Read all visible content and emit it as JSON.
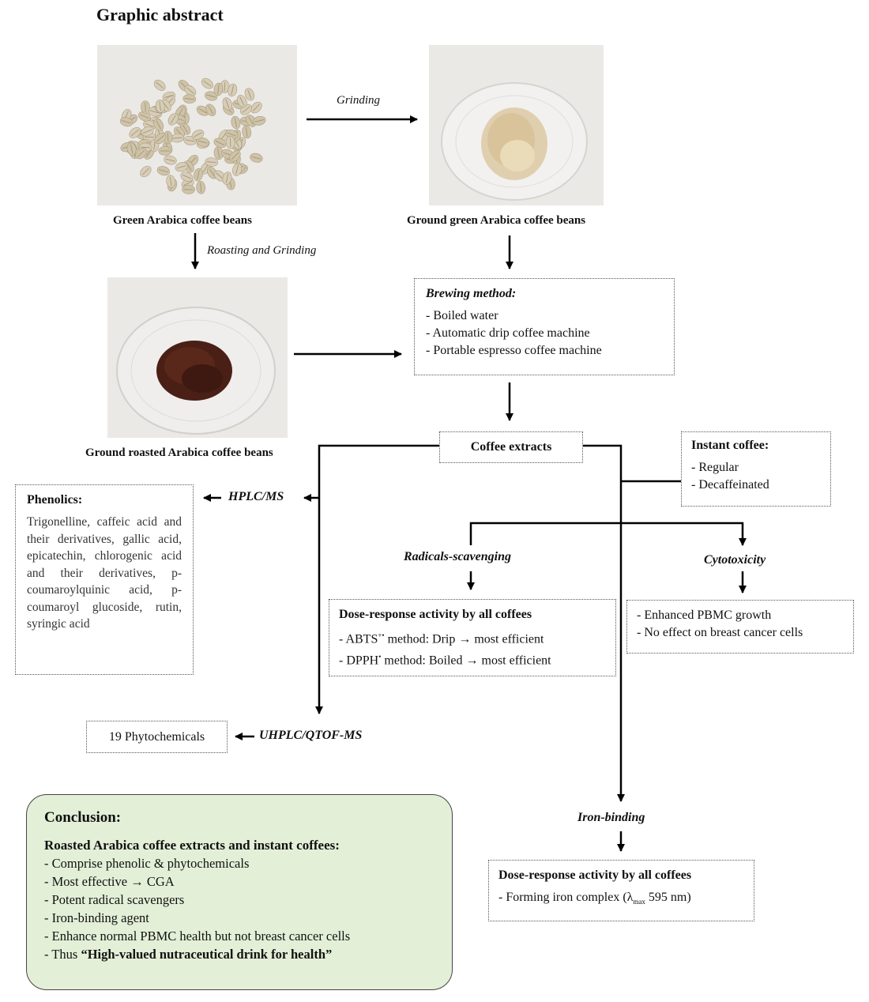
{
  "title": "Graphic abstract",
  "captions": {
    "green_beans": "Green Arabica coffee beans",
    "ground_green": "Ground green Arabica coffee beans",
    "ground_roasted": "Ground roasted Arabica coffee beans"
  },
  "process_labels": {
    "grinding": "Grinding",
    "roasting_grinding": "Roasting and Grinding"
  },
  "brewing": {
    "heading": "Brewing method:",
    "items": [
      "- Boiled water",
      "- Automatic drip coffee machine",
      "- Portable espresso coffee machine"
    ]
  },
  "coffee_extracts": "Coffee extracts",
  "instant": {
    "heading": "Instant coffee:",
    "items": [
      "- Regular",
      "- Decaffeinated"
    ]
  },
  "hplc": "HPLC/MS",
  "uhplc": "UHPLC/QTOF-MS",
  "phenolics": {
    "heading": "Phenolics:",
    "text": "Trigonelline, caffeic acid and their derivatives, gallic acid, epicatechin, chlorogenic acid and their derivatives, p-coumaroylquinic acid, p-coumaroyl glucoside, rutin, syringic acid"
  },
  "phytochemicals": "19 Phytochemicals",
  "radicals": "Radicals-scavenging",
  "cytotoxicity": "Cytotoxicity",
  "iron_binding": "Iron-binding",
  "dose_radicals": {
    "heading": "Dose-response activity by all coffees",
    "abts_prefix": "- ABTS",
    "abts_sup": "+•",
    "abts_suffix": " method: Drip → most efficient",
    "dpph_prefix": "- DPPH",
    "dpph_sup": "•",
    "dpph_suffix": " method: Boiled → most efficient"
  },
  "cyto_box": {
    "items": [
      "- Enhanced PBMC growth",
      "- No effect on breast cancer cells"
    ]
  },
  "dose_iron": {
    "heading": "Dose-response activity by all coffees",
    "item_prefix": "- Forming iron complex (λ",
    "item_sub": "max",
    "item_suffix": " 595 nm)"
  },
  "conclusion": {
    "heading": "Conclusion:",
    "subheading": "Roasted Arabica coffee extracts and instant coffees:",
    "items": [
      "- Comprise phenolic & phytochemicals",
      "- Most effective → CGA",
      "- Potent radical scavengers",
      "- Iron-binding agent",
      "- Enhance normal PBMC health but not breast cancer cells"
    ],
    "last_prefix": "- Thus ",
    "last_bold": "“High-valued nutraceutical drink for health”"
  },
  "colors": {
    "conclusion_bg": "#e3efd7",
    "green_bean": "#d8cdb6",
    "ground_green": "#e0cfae",
    "roasted": "#4a1f16"
  }
}
